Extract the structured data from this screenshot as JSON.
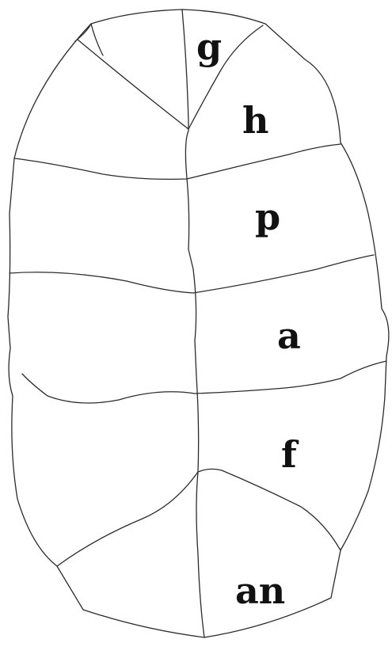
{
  "figure": {
    "labels": {
      "gular": "g",
      "humeral": "h",
      "pectoral": "p",
      "abdominal": "a",
      "femoral": "f",
      "anal": "an"
    },
    "colors": {
      "line": "#2b2b2b",
      "label": "#111111",
      "background": "#ffffff"
    }
  }
}
